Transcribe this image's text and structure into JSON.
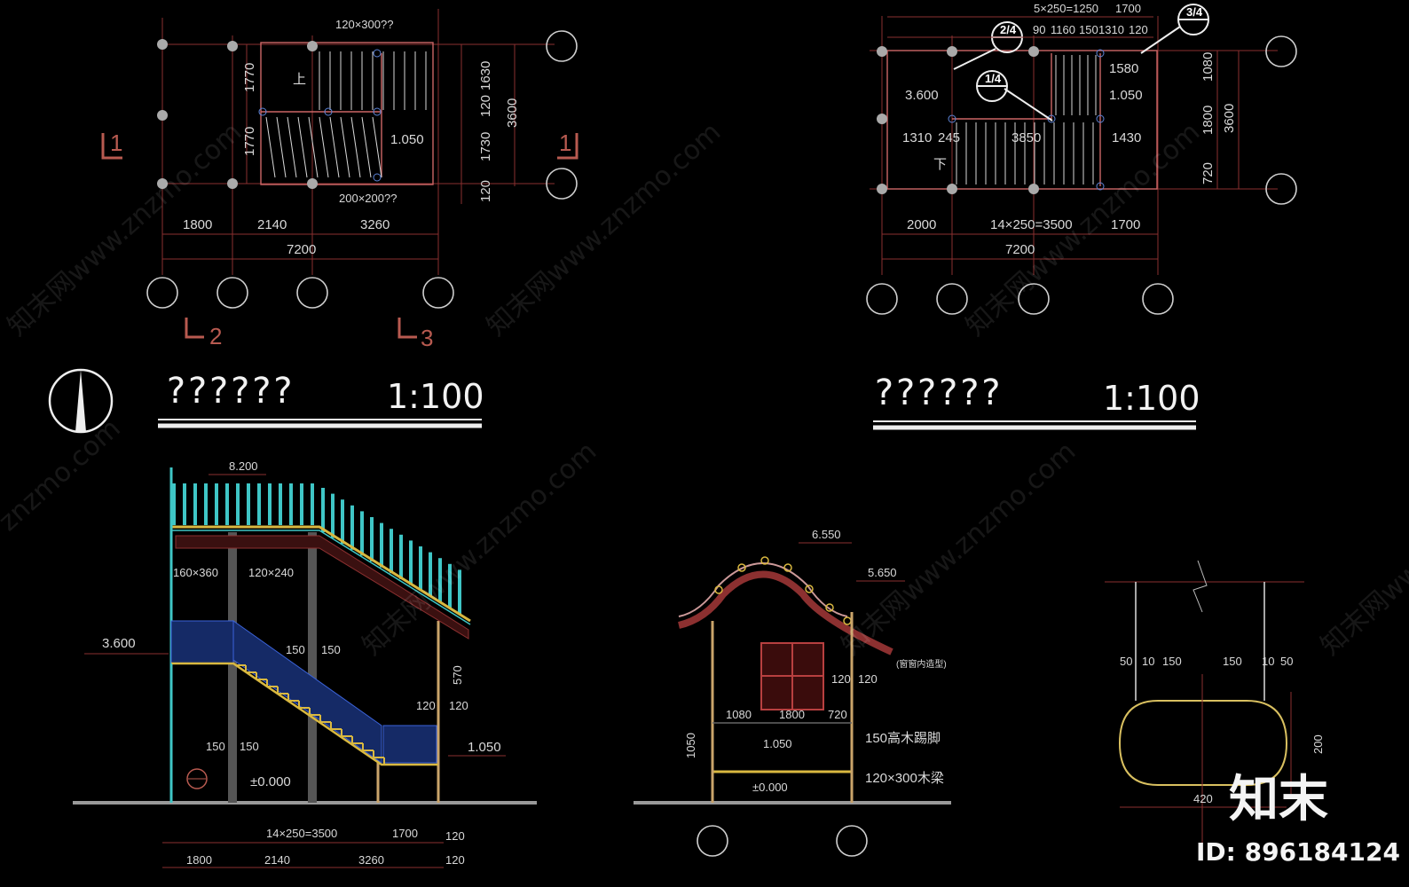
{
  "plan_left": {
    "top_labels": [
      "120×300??"
    ],
    "bottom_label": "200×200??",
    "stair_mark": "上",
    "level": "1.050",
    "left_dims": [
      "1770",
      "1770"
    ],
    "right_dims": [
      "1630",
      "120",
      "1730",
      "120"
    ],
    "right_total": "3600",
    "bottom_dims": [
      "1800",
      "2140",
      "3260"
    ],
    "bottom_total": "7200",
    "section_marks": [
      "1",
      "1",
      "2",
      "3"
    ],
    "title": "??????",
    "scale": "1:100"
  },
  "plan_right": {
    "top_dims": [
      "5×250=1250",
      "1700"
    ],
    "top_dims2": [
      "90",
      "1160",
      "150",
      "1310",
      "120"
    ],
    "callouts": [
      "2/4",
      "1/4",
      "3/4"
    ],
    "levels": [
      "3.600",
      "1.050"
    ],
    "inner_dims": [
      "1580",
      "1310",
      "245",
      "3850",
      "1430"
    ],
    "stair_mark": "下",
    "right_dims": [
      "1080",
      "1800",
      "720"
    ],
    "right_total": "3600",
    "bottom_dims": [
      "2000",
      "14×250=3500",
      "1700"
    ],
    "bottom_total": "7200",
    "title": "??????",
    "scale": "1:100"
  },
  "elev_left": {
    "top_level": "8.200",
    "level_mid": "3.600",
    "level_low": "1.050",
    "ground": "±0.000",
    "members": [
      "160×360",
      "120×240",
      "150",
      "150",
      "570",
      "120",
      "120",
      "150",
      "150"
    ],
    "bottom_dims": [
      "14×250=3500",
      "1700",
      "120"
    ],
    "bottom_dims2": [
      "1800",
      "2140",
      "3260",
      "120"
    ]
  },
  "elev_mid": {
    "levels": [
      "6.550",
      "5.650",
      "1.050",
      "±0.000"
    ],
    "note": "(窗窗内造型)",
    "dims": [
      "120",
      "120",
      "1080",
      "1800",
      "720",
      "1050"
    ],
    "labels": [
      "150高木踢脚",
      "120×300木梁"
    ]
  },
  "detail": {
    "dims": [
      "50",
      "10",
      "150",
      "150",
      "10",
      "50",
      "200",
      "420"
    ]
  },
  "watermark": [
    "知末网www.znzmo.com",
    "znzmo.com"
  ],
  "brand": "知末",
  "id_text": "ID: 896184124"
}
